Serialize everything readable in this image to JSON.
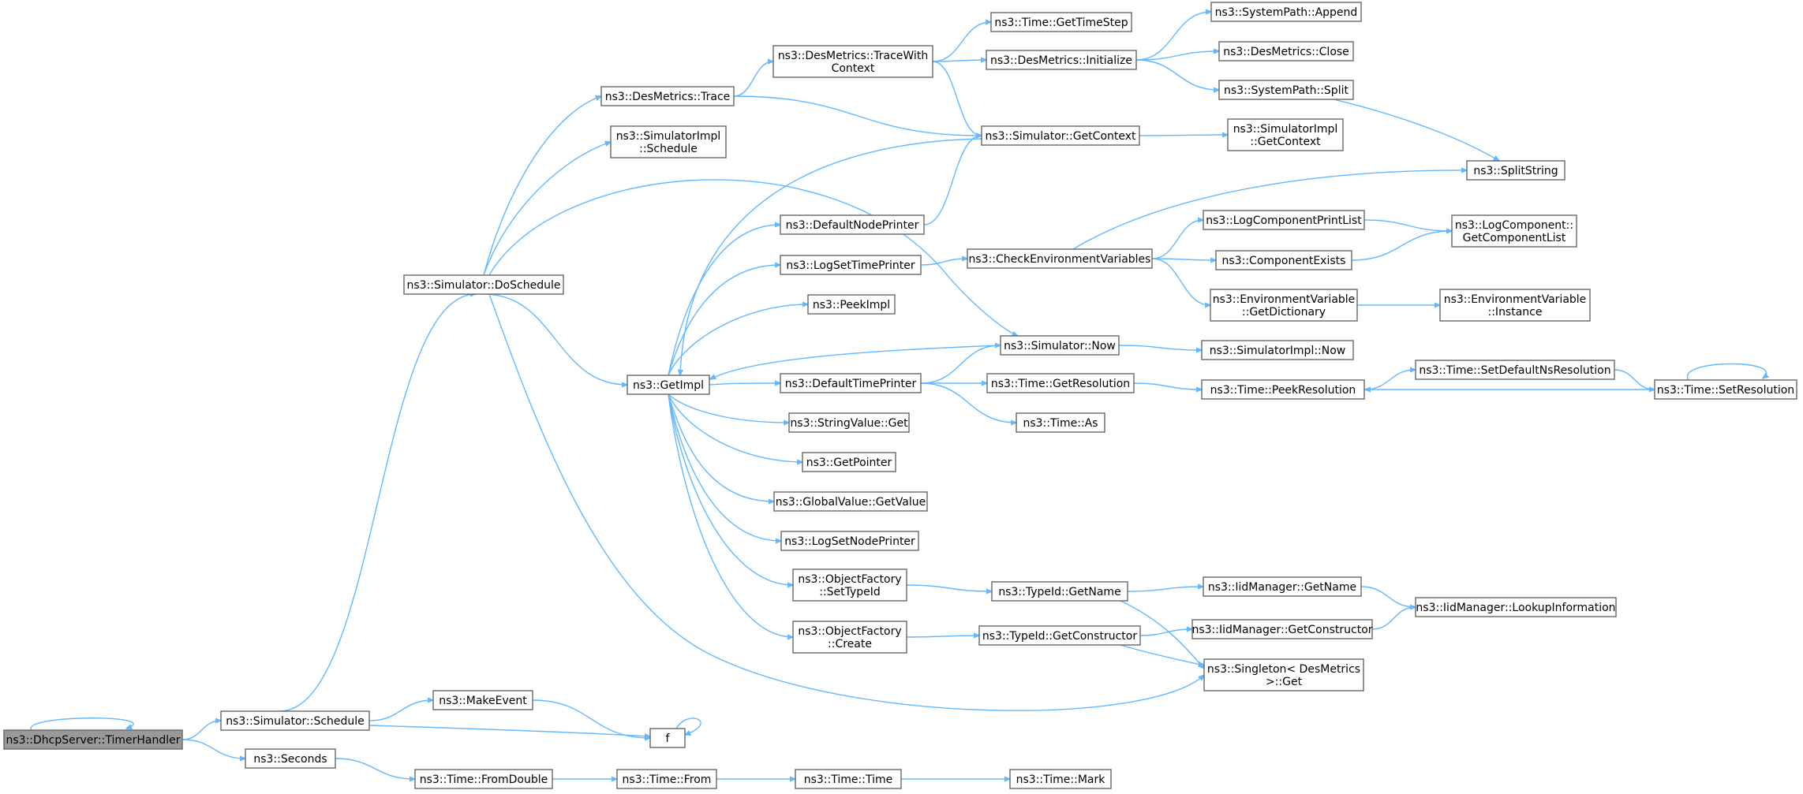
{
  "diagram": {
    "kind": "call-graph",
    "root": "timer",
    "colors": {
      "edge": "#63b8ff",
      "node_border": "#666666",
      "node_fill": "#ffffff",
      "root_fill": "#999999"
    },
    "nodes": [
      {
        "id": "timer",
        "lines": [
          "ns3::DhcpServer::TimerHandler"
        ]
      },
      {
        "id": "schedule",
        "lines": [
          "ns3::Simulator::Schedule"
        ]
      },
      {
        "id": "seconds",
        "lines": [
          "ns3::Seconds"
        ]
      },
      {
        "id": "doschedule",
        "lines": [
          "ns3::Simulator::DoSchedule"
        ]
      },
      {
        "id": "makeevent",
        "lines": [
          "ns3::MakeEvent"
        ]
      },
      {
        "id": "f",
        "lines": [
          "f"
        ]
      },
      {
        "id": "fromdouble",
        "lines": [
          "ns3::Time::FromDouble"
        ]
      },
      {
        "id": "from",
        "lines": [
          "ns3::Time::From"
        ]
      },
      {
        "id": "time",
        "lines": [
          "ns3::Time::Time"
        ]
      },
      {
        "id": "mark",
        "lines": [
          "ns3::Time::Mark"
        ]
      },
      {
        "id": "desmtrace",
        "lines": [
          "ns3::DesMetrics::Trace"
        ]
      },
      {
        "id": "simimplschedule",
        "lines": [
          "ns3::SimulatorImpl",
          "::Schedule"
        ]
      },
      {
        "id": "getimpl",
        "lines": [
          "ns3::GetImpl"
        ]
      },
      {
        "id": "now",
        "lines": [
          "ns3::Simulator::Now"
        ]
      },
      {
        "id": "singleton",
        "lines": [
          "ns3::Singleton< DesMetrics",
          ">::Get"
        ]
      },
      {
        "id": "tracewithctx",
        "lines": [
          "ns3::DesMetrics::TraceWith",
          "Context"
        ]
      },
      {
        "id": "getcontext",
        "lines": [
          "ns3::Simulator::GetContext"
        ]
      },
      {
        "id": "gettimestep",
        "lines": [
          "ns3::Time::GetTimeStep"
        ]
      },
      {
        "id": "desminit",
        "lines": [
          "ns3::DesMetrics::Initialize"
        ]
      },
      {
        "id": "sysappend",
        "lines": [
          "ns3::SystemPath::Append"
        ]
      },
      {
        "id": "desmclose",
        "lines": [
          "ns3::DesMetrics::Close"
        ]
      },
      {
        "id": "syssplit",
        "lines": [
          "ns3::SystemPath::Split"
        ]
      },
      {
        "id": "splitstring",
        "lines": [
          "ns3::SplitString"
        ]
      },
      {
        "id": "simimplgetctx",
        "lines": [
          "ns3::SimulatorImpl",
          "::GetContext"
        ]
      },
      {
        "id": "defnodeprinter",
        "lines": [
          "ns3::DefaultNodePrinter"
        ]
      },
      {
        "id": "logsettimeprinter",
        "lines": [
          "ns3::LogSetTimePrinter"
        ]
      },
      {
        "id": "peekimpl",
        "lines": [
          "ns3::PeekImpl"
        ]
      },
      {
        "id": "deftimeprinter",
        "lines": [
          "ns3::DefaultTimePrinter"
        ]
      },
      {
        "id": "stringvalueget",
        "lines": [
          "ns3::StringValue::Get"
        ]
      },
      {
        "id": "getpointer",
        "lines": [
          "ns3::GetPointer"
        ]
      },
      {
        "id": "globalvalue",
        "lines": [
          "ns3::GlobalValue::GetValue"
        ]
      },
      {
        "id": "logsetnodeprinter",
        "lines": [
          "ns3::LogSetNodePrinter"
        ]
      },
      {
        "id": "ofsettypeid",
        "lines": [
          "ns3::ObjectFactory",
          "::SetTypeId"
        ]
      },
      {
        "id": "ofcreate",
        "lines": [
          "ns3::ObjectFactory",
          "::Create"
        ]
      },
      {
        "id": "checkenv",
        "lines": [
          "ns3::CheckEnvironmentVariables"
        ]
      },
      {
        "id": "logcompprintlist",
        "lines": [
          "ns3::LogComponentPrintList"
        ]
      },
      {
        "id": "compexists",
        "lines": [
          "ns3::ComponentExists"
        ]
      },
      {
        "id": "envgetdict",
        "lines": [
          "ns3::EnvironmentVariable",
          "::GetDictionary"
        ]
      },
      {
        "id": "logcompgetlist",
        "lines": [
          "ns3::LogComponent::",
          "GetComponentList"
        ]
      },
      {
        "id": "envinstance",
        "lines": [
          "ns3::EnvironmentVariable",
          "::Instance"
        ]
      },
      {
        "id": "simimplnow",
        "lines": [
          "ns3::SimulatorImpl::Now"
        ]
      },
      {
        "id": "getresolution",
        "lines": [
          "ns3::Time::GetResolution"
        ]
      },
      {
        "id": "timeas",
        "lines": [
          "ns3::Time::As"
        ]
      },
      {
        "id": "peekresolution",
        "lines": [
          "ns3::Time::PeekResolution"
        ]
      },
      {
        "id": "setdefnsres",
        "lines": [
          "ns3::Time::SetDefaultNsResolution"
        ]
      },
      {
        "id": "setresolution",
        "lines": [
          "ns3::Time::SetResolution"
        ]
      },
      {
        "id": "typeidgetname",
        "lines": [
          "ns3::TypeId::GetName"
        ]
      },
      {
        "id": "typeidgetctor",
        "lines": [
          "ns3::TypeId::GetConstructor"
        ]
      },
      {
        "id": "iidgetname",
        "lines": [
          "ns3::IidManager::GetName"
        ]
      },
      {
        "id": "iidgetctor",
        "lines": [
          "ns3::IidManager::GetConstructor"
        ]
      },
      {
        "id": "iidlookup",
        "lines": [
          "ns3::IidManager::LookupInformation"
        ]
      }
    ],
    "edges": [
      [
        "timer",
        "timer"
      ],
      [
        "timer",
        "schedule"
      ],
      [
        "timer",
        "seconds"
      ],
      [
        "schedule",
        "doschedule"
      ],
      [
        "schedule",
        "makeevent"
      ],
      [
        "schedule",
        "f"
      ],
      [
        "makeevent",
        "f"
      ],
      [
        "f",
        "f"
      ],
      [
        "seconds",
        "fromdouble"
      ],
      [
        "fromdouble",
        "from"
      ],
      [
        "from",
        "time"
      ],
      [
        "time",
        "mark"
      ],
      [
        "doschedule",
        "desmtrace"
      ],
      [
        "doschedule",
        "simimplschedule"
      ],
      [
        "doschedule",
        "now"
      ],
      [
        "doschedule",
        "getimpl"
      ],
      [
        "doschedule",
        "singleton"
      ],
      [
        "desmtrace",
        "tracewithctx"
      ],
      [
        "desmtrace",
        "getcontext"
      ],
      [
        "tracewithctx",
        "gettimestep"
      ],
      [
        "tracewithctx",
        "desminit"
      ],
      [
        "tracewithctx",
        "getcontext"
      ],
      [
        "desminit",
        "sysappend"
      ],
      [
        "desminit",
        "desmclose"
      ],
      [
        "desminit",
        "syssplit"
      ],
      [
        "syssplit",
        "splitstring"
      ],
      [
        "getcontext",
        "simimplgetctx"
      ],
      [
        "getcontext",
        "getimpl"
      ],
      [
        "getimpl",
        "defnodeprinter"
      ],
      [
        "getimpl",
        "logsettimeprinter"
      ],
      [
        "getimpl",
        "peekimpl"
      ],
      [
        "getimpl",
        "deftimeprinter"
      ],
      [
        "getimpl",
        "stringvalueget"
      ],
      [
        "getimpl",
        "getpointer"
      ],
      [
        "getimpl",
        "globalvalue"
      ],
      [
        "getimpl",
        "logsetnodeprinter"
      ],
      [
        "getimpl",
        "ofsettypeid"
      ],
      [
        "getimpl",
        "ofcreate"
      ],
      [
        "defnodeprinter",
        "getcontext"
      ],
      [
        "logsettimeprinter",
        "checkenv"
      ],
      [
        "checkenv",
        "splitstring"
      ],
      [
        "checkenv",
        "logcompprintlist"
      ],
      [
        "checkenv",
        "compexists"
      ],
      [
        "checkenv",
        "envgetdict"
      ],
      [
        "logcompprintlist",
        "logcompgetlist"
      ],
      [
        "compexists",
        "logcompgetlist"
      ],
      [
        "envgetdict",
        "envinstance"
      ],
      [
        "now",
        "getimpl"
      ],
      [
        "now",
        "simimplnow"
      ],
      [
        "deftimeprinter",
        "now"
      ],
      [
        "deftimeprinter",
        "getresolution"
      ],
      [
        "deftimeprinter",
        "timeas"
      ],
      [
        "getresolution",
        "peekresolution"
      ],
      [
        "peekresolution",
        "setdefnsres"
      ],
      [
        "setdefnsres",
        "setresolution"
      ],
      [
        "setresolution",
        "peekresolution"
      ],
      [
        "setresolution",
        "setresolution"
      ],
      [
        "ofsettypeid",
        "typeidgetname"
      ],
      [
        "ofcreate",
        "typeidgetctor"
      ],
      [
        "typeidgetname",
        "iidgetname"
      ],
      [
        "typeidgetname",
        "singleton"
      ],
      [
        "typeidgetctor",
        "iidgetctor"
      ],
      [
        "typeidgetctor",
        "singleton"
      ],
      [
        "iidgetname",
        "iidlookup"
      ],
      [
        "iidgetctor",
        "iidlookup"
      ]
    ]
  }
}
